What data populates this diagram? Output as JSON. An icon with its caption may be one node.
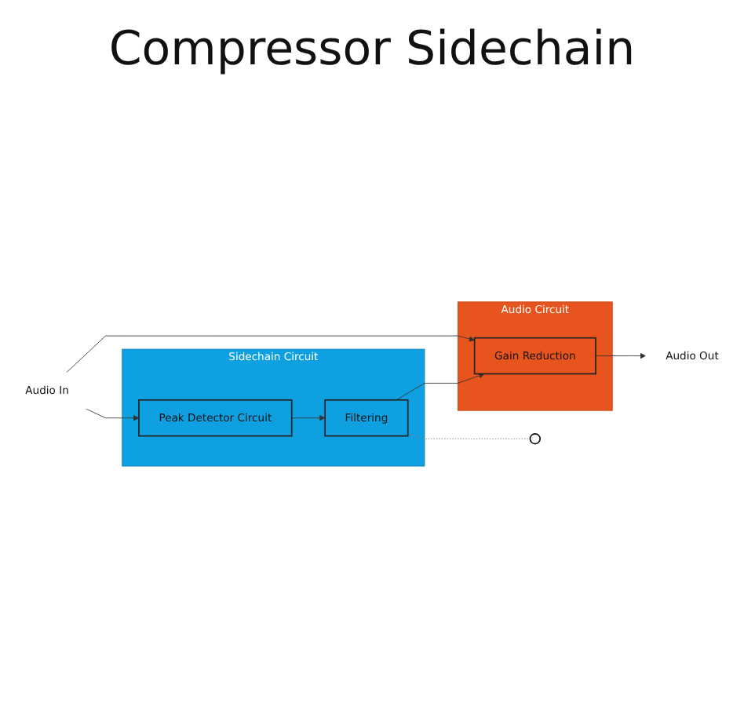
{
  "diagram": {
    "title": "Compressor Sidechain",
    "nodes": [
      {
        "text": [
          "Audio In"
        ]
      },
      {
        "text": [
          "Audio Circuit"
        ]
      },
      {
        "text": [
          "Gain Reduction"
        ],
        "in": 1
      },
      {
        "text": [
          "Sidechain Circuit"
        ]
      },
      {
        "text": [
          "Peak Detector Circuit"
        ],
        "in": 3
      },
      {
        "text": [
          "Filtering"
        ],
        "in": 3
      },
      {
        "text": [
          "Audio Out"
        ]
      },
      {
        "text": [],
        "shape": "circle"
      }
    ],
    "edges": [
      {
        "from": 0,
        "to": 2,
        "arrow": "to"
      },
      {
        "from": 0,
        "to": 4,
        "arrow": "to"
      },
      {
        "from": 4,
        "to": 5,
        "arrow": "to"
      },
      {
        "from": 5,
        "to": 2,
        "arrow": "to"
      },
      {
        "from": 2,
        "to": 6,
        "arrow": "to"
      },
      {
        "from": 5,
        "to": 7,
        "arrow": "none",
        "style": "dashed",
        "color": "#888888"
      }
    ]
  }
}
